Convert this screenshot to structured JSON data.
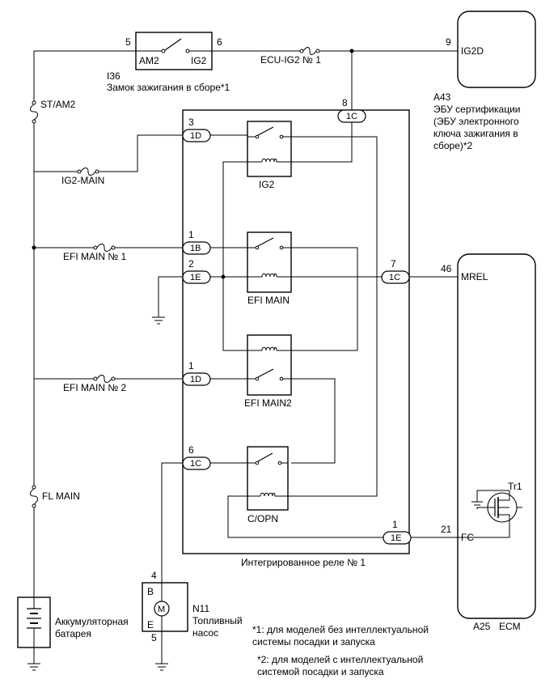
{
  "ignition_switch": {
    "id": "I36",
    "name": "Замок зажигания в сборе*1",
    "pin_left": "5",
    "pin_right": "6",
    "label_left": "AM2",
    "label_right": "IG2"
  },
  "certification_ecu": {
    "pin": "9",
    "terminal": "IG2D",
    "id": "A43",
    "name_lines": [
      "ЭБУ сертификации",
      "(ЭБУ электронного",
      "ключа зажигания в",
      "сборе)*2"
    ]
  },
  "fuses": {
    "ecu_ig2": "ECU-IG2 № 1",
    "st_am2": "ST/AM2",
    "ig2_main": "IG2-MAIN",
    "efi_main_1": "EFI MAIN № 1",
    "efi_main_2": "EFI MAIN № 2",
    "fl_main": "FL MAIN"
  },
  "integrated_relay": {
    "name": "Интегрированное реле № 1",
    "relays": {
      "ig2": "IG2",
      "efi_main": "EFI MAIN",
      "efi_main2": "EFI MAIN2",
      "c_opn": "C/OPN"
    },
    "connectors": {
      "c1c_top": {
        "pin": "8",
        "label": "1C"
      },
      "c1d_ig2": {
        "pin": "3",
        "label": "1D"
      },
      "c1b": {
        "pin": "1",
        "label": "1B"
      },
      "c1e_gnd": {
        "pin": "2",
        "label": "1E"
      },
      "c1c_mrel": {
        "pin": "7",
        "label": "1C"
      },
      "c1d_efi2": {
        "pin": "1",
        "label": "1D"
      },
      "c1c_pump": {
        "pin": "6",
        "label": "1C"
      },
      "c1e_fc": {
        "pin": "1",
        "label": "1E"
      }
    }
  },
  "ecm": {
    "id": "A25",
    "name": "ECM",
    "mrel_pin": "46",
    "mrel": "MREL",
    "fc_pin": "21",
    "fc": "FC",
    "transistor": "Tr1"
  },
  "fuel_pump": {
    "id": "N11",
    "name_lines": [
      "Топливный",
      "насос"
    ],
    "pin_b": "4",
    "label_b": "B",
    "pin_e": "5",
    "label_e": "E",
    "motor": "M"
  },
  "battery": {
    "name_lines": [
      "Аккумуляторная",
      "батарея"
    ]
  },
  "notes": {
    "note1_lines": [
      "*1: для моделей без интеллектуальной",
      "системы посадки и запуска"
    ],
    "note2_lines": [
      "*2: для моделей с интеллектуальной",
      "системой посадки и запуска"
    ]
  }
}
